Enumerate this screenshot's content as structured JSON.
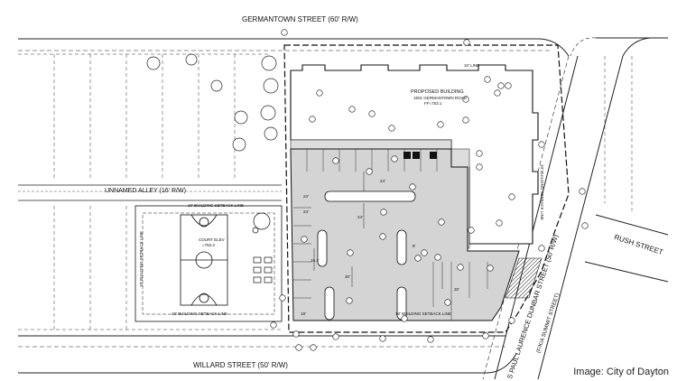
{
  "streets": {
    "germantown": "GERMANTOWN STREET (60' R/W)",
    "alley": "UNNAMED ALLEY (16' R/W)",
    "willard": "WILLARD STREET (50' R/W)",
    "rush": "RUSH STREET",
    "dunbar": "S PAUL LAURENCE DUNBAR STREET (50' R/W)",
    "summit": "(F/K/A SUMMIT STREET)"
  },
  "building": {
    "title": "PROPOSED BUILDING",
    "address": "1501 GERMANTOWN ROAD",
    "ff": "FF=753.1"
  },
  "court": {
    "label": "COURT ELEV",
    "elev": "=753.3"
  },
  "setbacks": {
    "top": "10' BUILDING SETBACK LINE",
    "left": "10' BUILDING SETBACK LINE",
    "bottom": "10' BUILDING SETBACK LINE",
    "lot_bottom": "10' BUILDING SETBACK LINE",
    "right": "10' BUILDING SETBACK LINE",
    "topline": "10' LINE"
  },
  "dims": {
    "d24a": "24'",
    "d24b": "24'",
    "d24c": "24'",
    "d24d": "24'",
    "d30a": "30'",
    "d30b": "30'",
    "d8": "8'",
    "d163": "16.3'",
    "d18": "18'"
  },
  "credit": "Image: City of Dayton"
}
